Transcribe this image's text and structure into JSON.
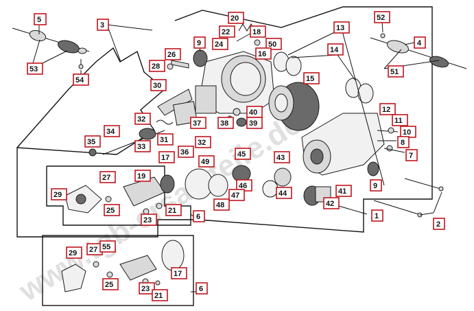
{
  "watermark": "www.tgb-ersatzteile.de",
  "colors": {
    "label_border": "#c0141c",
    "line": "#111111",
    "watermark": "#c8c8c8"
  },
  "labels": [
    {
      "id": "l5",
      "text": "5"
    },
    {
      "id": "l53",
      "text": "53"
    },
    {
      "id": "l54",
      "text": "54"
    },
    {
      "id": "l3",
      "text": "3"
    },
    {
      "id": "l9",
      "text": "9"
    },
    {
      "id": "l20",
      "text": "20"
    },
    {
      "id": "l22",
      "text": "22"
    },
    {
      "id": "l18",
      "text": "18"
    },
    {
      "id": "l24",
      "text": "24"
    },
    {
      "id": "l50",
      "text": "50"
    },
    {
      "id": "l16",
      "text": "16"
    },
    {
      "id": "l26",
      "text": "26"
    },
    {
      "id": "l28",
      "text": "28"
    },
    {
      "id": "l30",
      "text": "30"
    },
    {
      "id": "l13",
      "text": "13"
    },
    {
      "id": "l52",
      "text": "52"
    },
    {
      "id": "l4",
      "text": "4"
    },
    {
      "id": "l51",
      "text": "51"
    },
    {
      "id": "l14",
      "text": "14"
    },
    {
      "id": "l15",
      "text": "15"
    },
    {
      "id": "l12",
      "text": "12"
    },
    {
      "id": "l11",
      "text": "11"
    },
    {
      "id": "l10",
      "text": "10"
    },
    {
      "id": "l8",
      "text": "8"
    },
    {
      "id": "l7",
      "text": "7"
    },
    {
      "id": "l40",
      "text": "40"
    },
    {
      "id": "l38",
      "text": "38"
    },
    {
      "id": "l39",
      "text": "39"
    },
    {
      "id": "l37",
      "text": "37"
    },
    {
      "id": "l32a",
      "text": "32"
    },
    {
      "id": "l31",
      "text": "31"
    },
    {
      "id": "l32b",
      "text": "32"
    },
    {
      "id": "l34",
      "text": "34"
    },
    {
      "id": "l35",
      "text": "35"
    },
    {
      "id": "l33",
      "text": "33"
    },
    {
      "id": "l36",
      "text": "36"
    },
    {
      "id": "l17a",
      "text": "17"
    },
    {
      "id": "l49",
      "text": "49"
    },
    {
      "id": "l45",
      "text": "45"
    },
    {
      "id": "l43",
      "text": "43"
    },
    {
      "id": "l27a",
      "text": "27"
    },
    {
      "id": "l19",
      "text": "19"
    },
    {
      "id": "l29a",
      "text": "29"
    },
    {
      "id": "l46",
      "text": "46"
    },
    {
      "id": "l47",
      "text": "47"
    },
    {
      "id": "l44",
      "text": "44"
    },
    {
      "id": "l41",
      "text": "41"
    },
    {
      "id": "l42",
      "text": "42"
    },
    {
      "id": "l9b",
      "text": "9"
    },
    {
      "id": "l25a",
      "text": "25"
    },
    {
      "id": "l21a",
      "text": "21"
    },
    {
      "id": "l48",
      "text": "48"
    },
    {
      "id": "l23a",
      "text": "23"
    },
    {
      "id": "l6a",
      "text": "6"
    },
    {
      "id": "l1",
      "text": "1"
    },
    {
      "id": "l2",
      "text": "2"
    },
    {
      "id": "l29b",
      "text": "29"
    },
    {
      "id": "l27b",
      "text": "27"
    },
    {
      "id": "l55",
      "text": "55"
    },
    {
      "id": "l17b",
      "text": "17"
    },
    {
      "id": "l25b",
      "text": "25"
    },
    {
      "id": "l23b",
      "text": "23"
    },
    {
      "id": "l21b",
      "text": "21"
    },
    {
      "id": "l6b",
      "text": "6"
    }
  ]
}
